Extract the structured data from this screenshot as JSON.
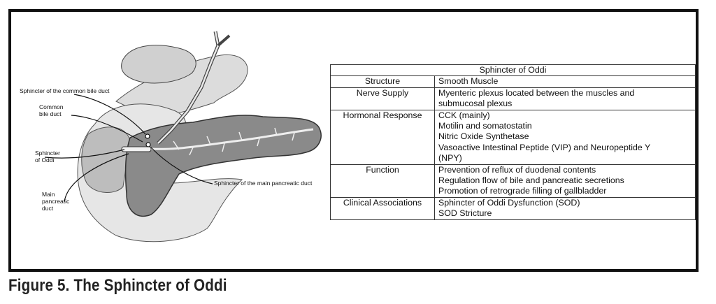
{
  "figure": {
    "caption": "Figure 5. The Sphincter of Oddi"
  },
  "diagram": {
    "labels": {
      "sphincter_cbd": "Sphincter of the common bile duct",
      "common_bile_duct_1": "Common",
      "common_bile_duct_2": "bile duct",
      "sphincter_oddi_1": "Sphincter",
      "sphincter_oddi_2": "of Oddi",
      "main_pancreatic_1": "Main",
      "main_pancreatic_2": "pancreatic",
      "main_pancreatic_3": "duct",
      "sphincter_mpd": "Sphincter of the main pancreatic duct"
    }
  },
  "table": {
    "title": "Sphincter of Oddi",
    "rows": [
      {
        "label": "Structure",
        "lines": [
          "Smooth Muscle"
        ]
      },
      {
        "label": "Nerve Supply",
        "lines": [
          "Myenteric plexus located between the muscles and",
          "submucosal plexus"
        ]
      },
      {
        "label": "Hormonal Response",
        "lines": [
          "CCK (mainly)",
          "Motilin and somatostatin",
          "Nitric Oxide Synthetase",
          "Vasoactive Intestinal Peptide (VIP) and Neuropeptide Y",
          "(NPY)"
        ]
      },
      {
        "label": "Function",
        "lines": [
          "Prevention of reflux of duodenal contents",
          "Regulation flow of bile and pancreatic secretions",
          "Promotion of retrograde filling of gallbladder"
        ]
      },
      {
        "label": "Clinical Associations",
        "lines": [
          "Sphincter of Oddi Dysfunction (SOD)",
          "SOD Stricture"
        ]
      }
    ]
  }
}
